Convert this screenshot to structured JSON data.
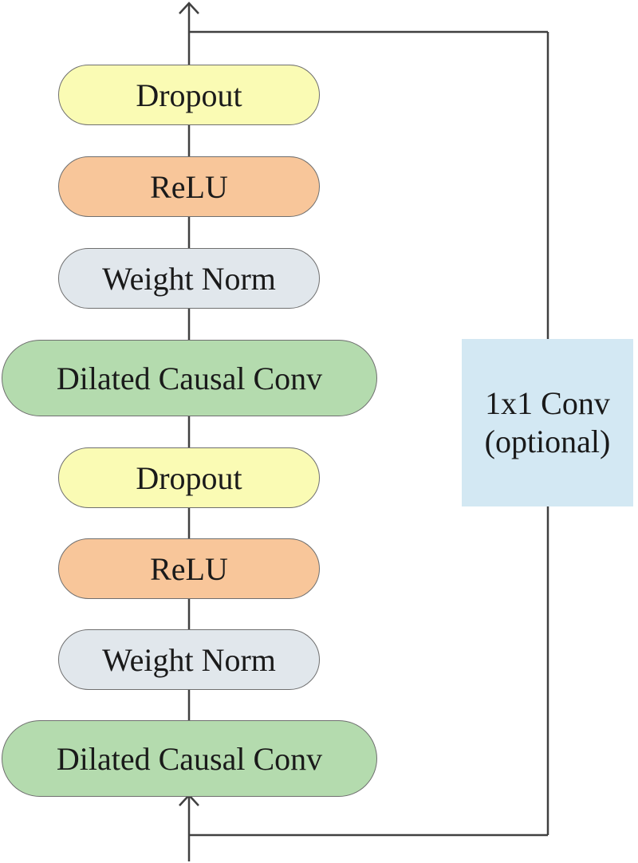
{
  "colors": {
    "dropout": "#fafbb4",
    "relu": "#f8c69a",
    "weight_norm": "#e1e7ec",
    "dilated_conv": "#b4dbae",
    "shortcut_box": "#d3e8f3",
    "line": "#404040"
  },
  "blocks": [
    {
      "id": "dropout-top",
      "label": "Dropout",
      "kind": "dropout"
    },
    {
      "id": "relu-top",
      "label": "ReLU",
      "kind": "relu"
    },
    {
      "id": "weight-norm-top",
      "label": "Weight Norm",
      "kind": "weight_norm"
    },
    {
      "id": "dilated-causal-conv-top",
      "label": "Dilated Causal Conv",
      "kind": "dilated_conv"
    },
    {
      "id": "dropout-bottom",
      "label": "Dropout",
      "kind": "dropout"
    },
    {
      "id": "relu-bottom",
      "label": "ReLU",
      "kind": "relu"
    },
    {
      "id": "weight-norm-bottom",
      "label": "Weight Norm",
      "kind": "weight_norm"
    },
    {
      "id": "dilated-causal-conv-bottom",
      "label": "Dilated Causal Conv",
      "kind": "dilated_conv"
    }
  ],
  "shortcut": {
    "line1": "1x1 Conv",
    "line2": "(optional)"
  }
}
